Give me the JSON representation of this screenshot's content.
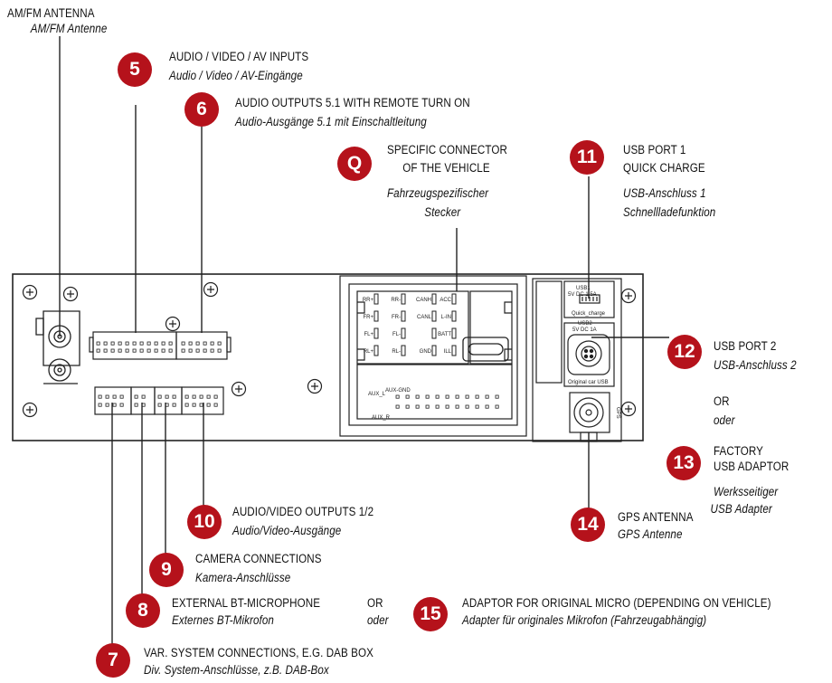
{
  "callouts": {
    "antenna": {
      "en": "AM/FM ANTENNA",
      "de": "AM/FM Antenne"
    },
    "c5": {
      "num": "5",
      "en": "AUDIO / VIDEO / AV INPUTS",
      "de": "Audio / Video / AV-Eingänge"
    },
    "c6": {
      "num": "6",
      "en": "AUDIO OUTPUTS 5.1 WITH REMOTE TURN ON",
      "de": "Audio-Ausgänge 5.1 mit Einschaltleitung"
    },
    "q": {
      "num": "Q",
      "en1": "SPECIFIC CONNECTOR",
      "en2": "OF THE VEHICLE",
      "de1": "Fahrzeugspezifischer",
      "de2": "Stecker"
    },
    "c11": {
      "num": "11",
      "en1": "USB PORT 1",
      "en2": "QUICK CHARGE",
      "de1": "USB-Anschluss 1",
      "de2": "Schnellladefunktion"
    },
    "c12": {
      "num": "12",
      "en": "USB PORT 2",
      "de": "USB-Anschluss 2"
    },
    "or1": {
      "en": "OR",
      "de": "oder"
    },
    "c13": {
      "num": "13",
      "en1": "FACTORY",
      "en2": "USB ADAPTOR",
      "de1": "Werksseitiger",
      "de2": "USB Adapter"
    },
    "c14": {
      "num": "14",
      "en": "GPS ANTENNA",
      "de": "GPS Antenne"
    },
    "c10": {
      "num": "10",
      "en": "AUDIO/VIDEO OUTPUTS 1/2",
      "de": "Audio/Video-Ausgänge"
    },
    "c9": {
      "num": "9",
      "en": "CAMERA CONNECTIONS",
      "de": "Kamera-Anschlüsse"
    },
    "c8": {
      "num": "8",
      "en": "EXTERNAL BT-MICROPHONE",
      "de": "Externes BT-Mikrofon"
    },
    "or2": {
      "en": "OR",
      "de": "oder"
    },
    "c15": {
      "num": "15",
      "en": "ADAPTOR FOR ORIGINAL MICRO (DEPENDING ON VEHICLE)",
      "de": "Adapter für originales Mikrofon (Fahrzeugabhängig)"
    },
    "c7": {
      "num": "7",
      "en": "VAR. SYSTEM CONNECTIONS, E.G. DAB BOX",
      "de": "Div. System-Anschlüsse, z.B. DAB-Box"
    }
  },
  "pin_labels": {
    "left": [
      "RR+",
      "FR+",
      "FL+",
      "RL+"
    ],
    "mid": [
      "RR-",
      "FR-",
      "FL-",
      "RL-"
    ],
    "can": [
      "CANH",
      "CANL",
      "",
      "GND"
    ],
    "right": [
      "ACC",
      "L-IN",
      "BATT",
      "ILL"
    ],
    "aux_l": "AUX_L",
    "aux_gnd": "AUX-GND",
    "aux_r": "AUX_R"
  },
  "device_labels": {
    "usb1": "USB1",
    "usb1_spec": "5V DC 1.5A",
    "quick_charge": "Quick_charge",
    "usb2": "USB2",
    "usb2_spec": "5V DC 1A",
    "original_car_usb": "Original car USB",
    "gps": "GPS"
  },
  "colors": {
    "badge": "#b5121b",
    "line": "#222222",
    "panel": "#f3f3f3"
  }
}
